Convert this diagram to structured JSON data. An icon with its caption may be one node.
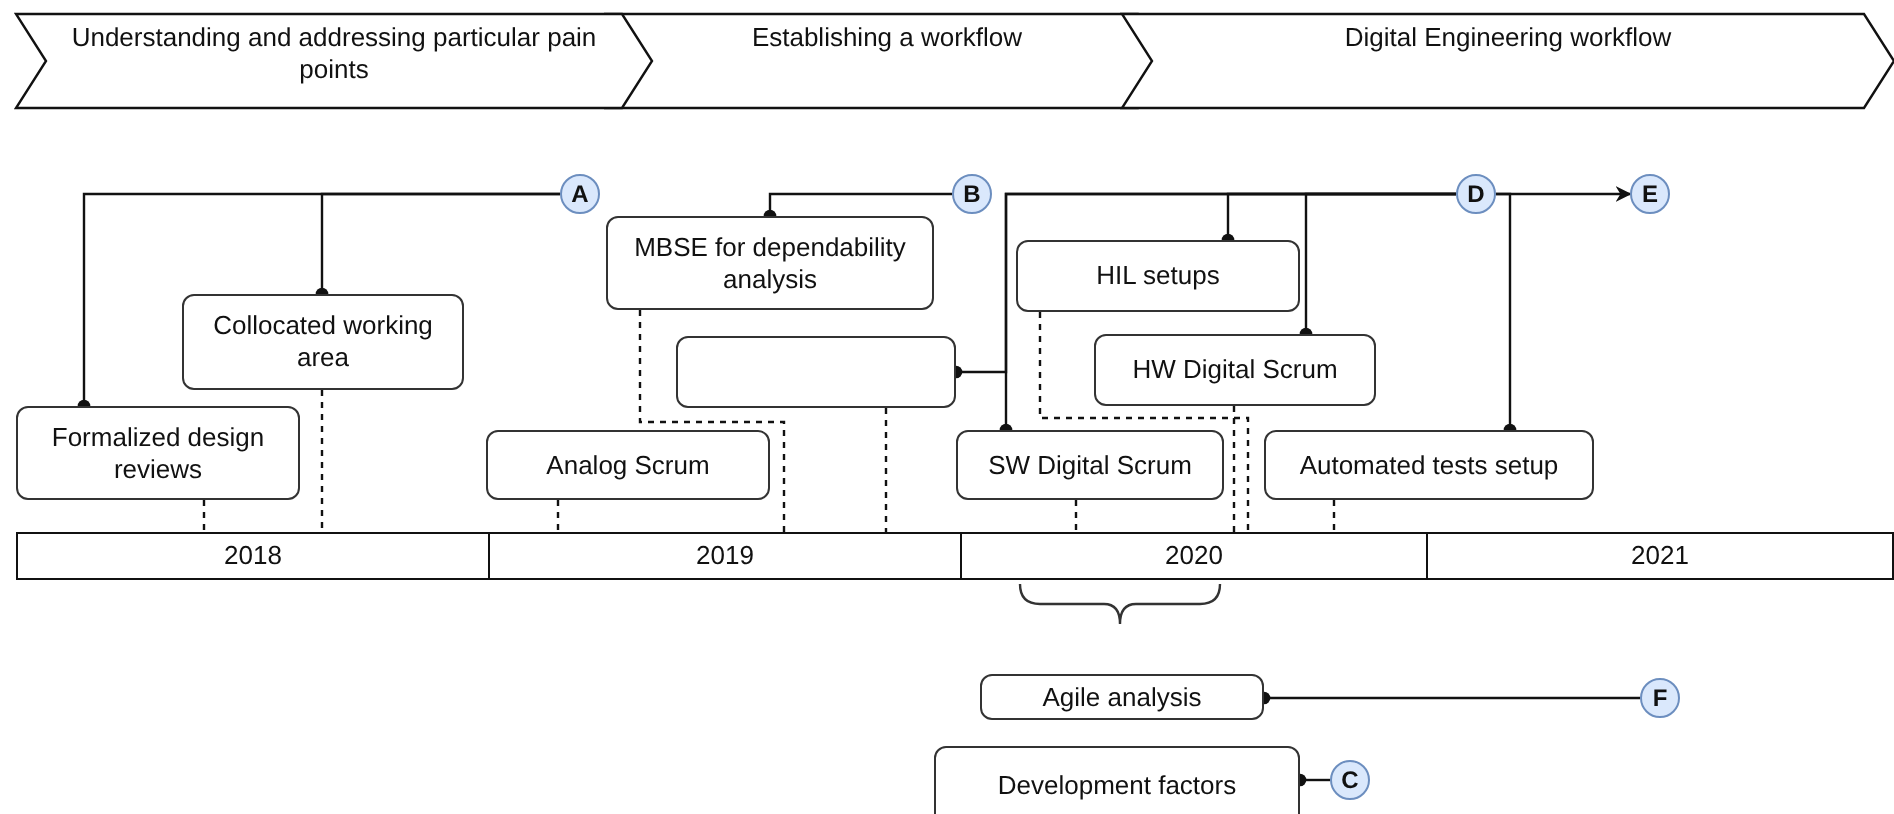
{
  "diagram": {
    "nodes": [
      {
        "text": [
          "Understanding and addressing particular pain points"
        ]
      },
      {
        "text": [
          "Establishing a workflow"
        ]
      },
      {
        "text": [
          "Digital Engineering workflow"
        ]
      },
      {
        "text": [
          "A"
        ]
      },
      {
        "text": [
          "B"
        ]
      },
      {
        "text": [
          "D"
        ]
      },
      {
        "text": [
          "E"
        ]
      },
      {
        "text": [
          "F"
        ]
      },
      {
        "text": [
          "C"
        ]
      },
      {
        "text": [
          "Formalized design reviews"
        ]
      },
      {
        "text": [
          "Collocated working area"
        ]
      },
      {
        "text": [
          "MBSE for dependability analysis"
        ]
      },
      {
        "text": [],
        "shape": "box"
      },
      {
        "text": [
          "Analog Scrum"
        ]
      },
      {
        "text": [
          "HIL setups"
        ]
      },
      {
        "text": [
          "HW Digital Scrum"
        ]
      },
      {
        "text": [
          "SW Digital Scrum"
        ]
      },
      {
        "text": [
          "Automated tests setup"
        ]
      },
      {
        "text": [
          "Agile analysis"
        ]
      },
      {
        "text": [
          "Development factors"
        ]
      },
      {
        "text": [
          "2018"
        ]
      },
      {
        "text": [
          "2019"
        ]
      },
      {
        "text": [
          "2020"
        ]
      },
      {
        "text": [
          "2021"
        ]
      }
    ],
    "edges": [
      {
        "from": 3,
        "to": 9,
        "arrow": "other"
      },
      {
        "from": 3,
        "to": 10,
        "arrow": "other"
      },
      {
        "from": 4,
        "to": 11,
        "arrow": "other"
      },
      {
        "from": 5,
        "to": 12,
        "arrow": "other"
      },
      {
        "from": 5,
        "to": 16,
        "arrow": "other"
      },
      {
        "from": 5,
        "to": 14,
        "arrow": "other"
      },
      {
        "from": 5,
        "to": 15,
        "arrow": "other"
      },
      {
        "from": 5,
        "to": 17,
        "arrow": "other"
      },
      {
        "from": 5,
        "to": 6,
        "arrow": "to"
      },
      {
        "from": 7,
        "to": 18,
        "arrow": "other"
      },
      {
        "from": 8,
        "to": 19,
        "arrow": "other"
      },
      {
        "from": 9,
        "to": 20,
        "arrow": "other",
        "style": "dashed"
      },
      {
        "from": 10,
        "to": 20,
        "arrow": "other",
        "style": "dashed"
      },
      {
        "from": 13,
        "to": 21,
        "arrow": "other",
        "style": "dashed"
      },
      {
        "from": 11,
        "to": 21,
        "arrow": "other",
        "style": "dashed"
      },
      {
        "from": 12,
        "to": 21,
        "arrow": "other",
        "style": "dashed"
      },
      {
        "from": 16,
        "to": 22,
        "arrow": "other",
        "style": "dashed"
      },
      {
        "from": 14,
        "to": 22,
        "arrow": "other",
        "style": "dashed"
      },
      {
        "from": 15,
        "to": 22,
        "arrow": "other",
        "style": "dashed"
      },
      {
        "from": 17,
        "to": 22,
        "arrow": "other",
        "style": "dashed"
      }
    ]
  }
}
